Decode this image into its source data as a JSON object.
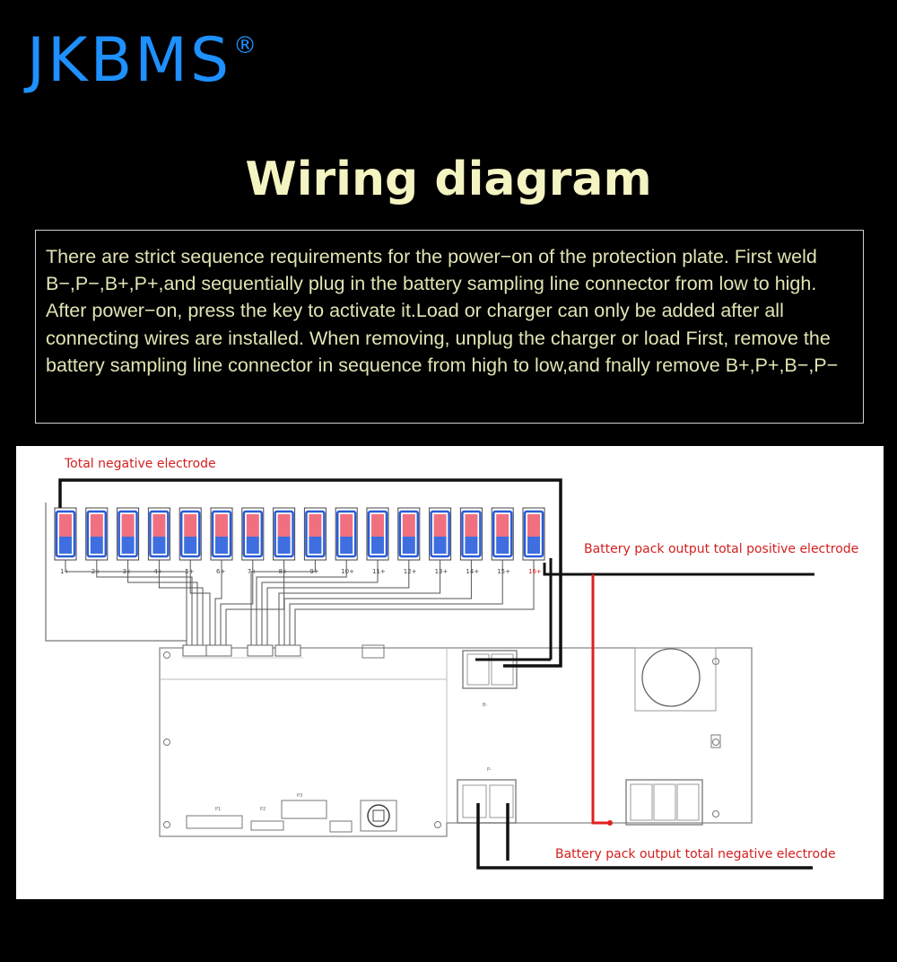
{
  "brand": {
    "name": "JKBMS",
    "registered_mark": "®",
    "color": "#1e90ff"
  },
  "title": "Wiring diagram",
  "notice": "There are strict sequence requirements for the power−on of the protection plate. First weld B−,P−,B+,P+,and sequentially plug in the battery sampling line connector from low to high. After power−on, press the key to activate it.Load or charger can only be added after all connecting wires are installed. When removing, unplug the charger or load First, remove the battery sampling line connector in sequence from high to low,and fnally remove B+,P+,B−,P−",
  "diagram": {
    "labels": {
      "total_negative": "Total negative electrode",
      "pack_positive": "Battery pack output total positive electrode",
      "pack_negative": "Battery pack output total negative electrode"
    },
    "cells": [
      "1+",
      "2+",
      "3+",
      "4+",
      "5+",
      "6+",
      "7+",
      "8+",
      "9+",
      "10+",
      "11+",
      "12+",
      "13+",
      "14+",
      "15+",
      "16+"
    ],
    "colors": {
      "label": "#d42020",
      "positive_wire": "#e02020",
      "wire": "#111111",
      "cell_fill": "#f07080",
      "cell_frame": "#2a5cd6"
    }
  }
}
